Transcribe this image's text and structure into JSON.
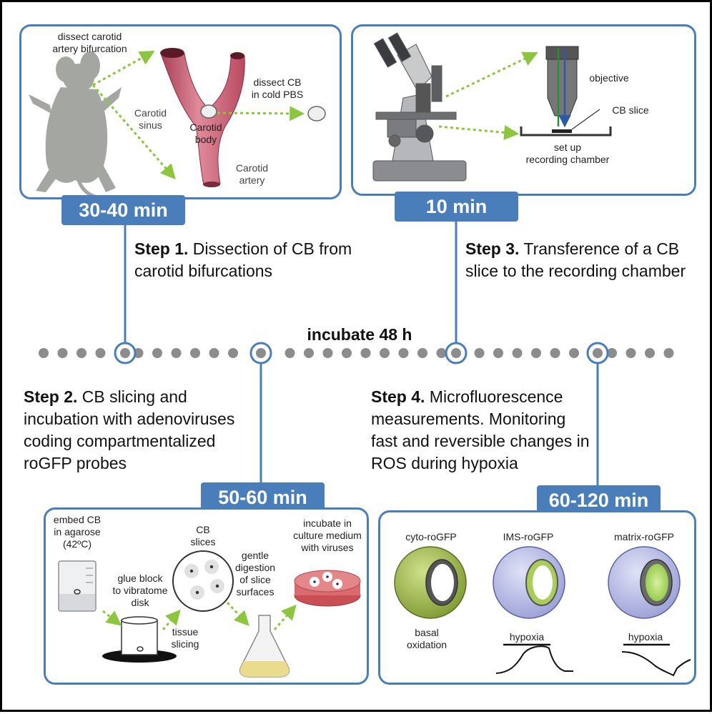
{
  "panel1": {
    "time": "30-40 min",
    "labels": {
      "dissect_bifurcation": "dissect carotid\nartery bifurcation",
      "dissect_cb": "dissect CB\nin cold PBS",
      "carotid_sinus": "Carotid\nsinus",
      "carotid_body": "Carotid\nbody",
      "carotid_artery": "Carotid\nartery"
    }
  },
  "panel3": {
    "time": "10 min",
    "labels": {
      "objective": "objective",
      "cb_slice": "CB slice",
      "recording_chamber": "set up\nrecording chamber"
    }
  },
  "panel2": {
    "time": "50-60 min",
    "labels": {
      "embed": "embed CB\nin agarose\n(42ºC)",
      "glue": "glue block\nto vibratome\ndisk",
      "cb_slices": "CB\nslices",
      "tissue_slicing": "tissue\nslicing",
      "digestion": "gentle\ndigestion\nof slice\nsurfaces",
      "incubate": "incubate in\nculture medium\nwith viruses"
    }
  },
  "panel4": {
    "time": "60-120 min",
    "labels": {
      "cyto": "cyto-roGFP",
      "ims": "IMS-roGFP",
      "matrix": "matrix-roGFP",
      "basal": "basal\noxidation",
      "hypoxia1": "hypoxia",
      "hypoxia2": "hypoxia"
    }
  },
  "steps": {
    "step1_num": "Step 1.",
    "step1_text": " Dissection of CB from carotid bifurcations",
    "step2_num": "Step 2.",
    "step2_text": " CB slicing and incubation with adenoviruses coding compartmentalized roGFP probes",
    "step3_num": "Step 3.",
    "step3_text": " Transference of a CB slice to the recording chamber",
    "step4_num": "Step 4.",
    "step4_text": " Microfluorescence measurements. Monitoring fast and reversible changes in ROS during hypoxia"
  },
  "timeline": {
    "label": "incubate 48 h"
  },
  "colors": {
    "accent": "#4a7ebb",
    "arrow": "#8cc63f",
    "timeline_dot": "#8c8c8c",
    "artery": "#c2566a"
  }
}
